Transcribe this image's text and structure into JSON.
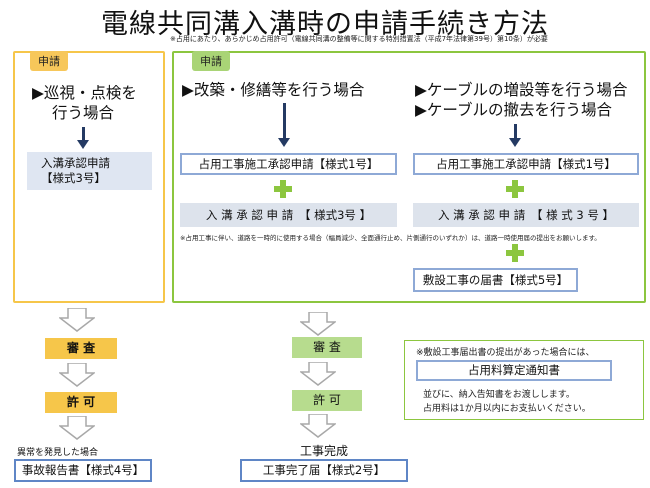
{
  "title": "電線共同溝入溝時の申請手続き方法",
  "top_note": "※占用にあたり、あらかじめ占用許可（電線共同溝の整備等に関する特別措置法（平成7年法律第39号）第10条）が必要",
  "left_panel": {
    "tag": "申請",
    "heading_line1": "▶巡視・点検を",
    "heading_line2": "行う場合",
    "box_line1": "入溝承認申請",
    "box_line2": "【様式3号】"
  },
  "right_panel": {
    "tag": "申請",
    "col1": {
      "heading": "▶改築・修繕等を行う場合",
      "box1": "占用工事施工承認申請【様式1号】",
      "box2": "入 溝 承 認 申 請　【 様式3号 】"
    },
    "col2": {
      "heading_line1": "▶ケーブルの増設等を行う場合",
      "heading_line2": "▶ケーブルの撤去を行う場合",
      "box1": "占用工事施工承認申請【様式1号】",
      "box2": "入 溝 承 認 申 請　【 様 式 3 号 】",
      "box3": "敷設工事の届書【様式5号】"
    },
    "note": "※占用工事に伴い、道路を一時的に使用する場合（幅員減少、全面通行止め、片側通行のいずれか）は、道路一時使用届の提出をお願いします。"
  },
  "flow_left": {
    "review": "審 査",
    "permit": "許 可",
    "abnormal_label": "異常を発見した場合",
    "result": "事故報告書【様式4号】"
  },
  "flow_mid": {
    "review": "審 査",
    "permit": "許 可",
    "complete_label": "工事完成",
    "result": "工事完了届【様式2号】"
  },
  "info": {
    "line1": "※敷設工事届出書の提出があった場合には、",
    "box": "占用料算定通知書",
    "line2": "並びに、納入告知書をお渡しします。",
    "line3": "占用料は1か月以内にお支払いください。"
  },
  "colors": {
    "yellow": "#f6c64a",
    "green": "#8cc63f",
    "navy_arrow": "#243a63",
    "gray_arrow": "#b5b5b5",
    "blue_box": "#dfe6f2",
    "outline_blue": "#8ea9d6"
  }
}
